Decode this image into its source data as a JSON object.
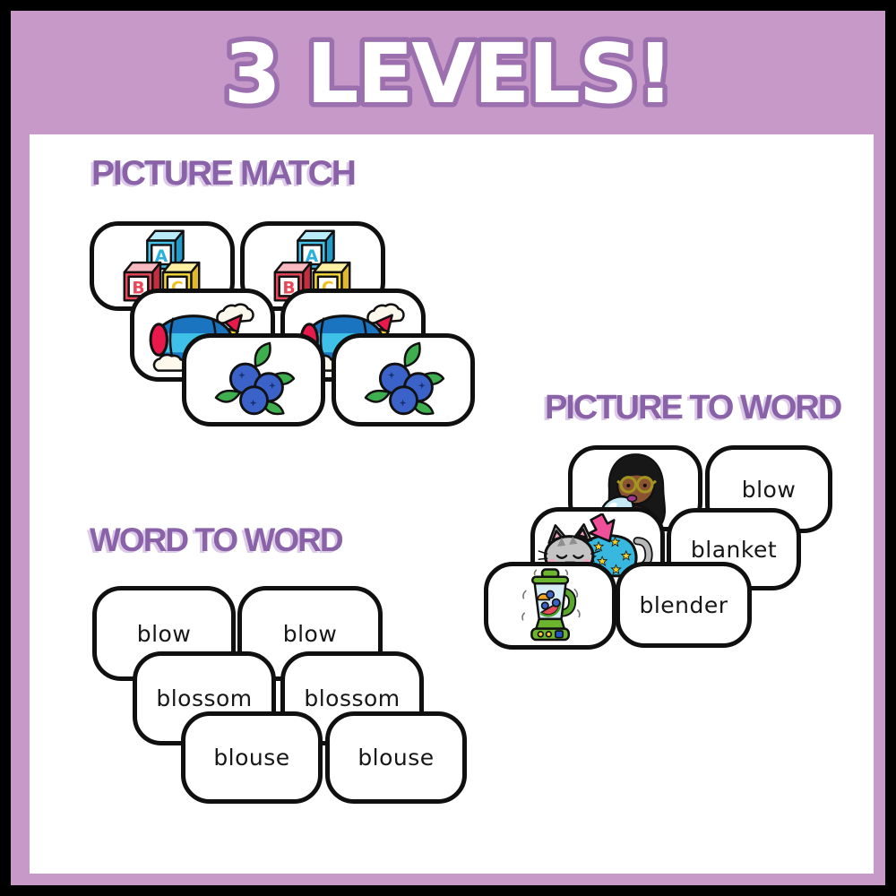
{
  "title": "3 LEVELS!",
  "colors": {
    "outer_border": "#000000",
    "frame": "#c699c9",
    "heading_purple": "#8a62a8",
    "heading_shadow": "#dccbe8",
    "title_fill": "#ffffff",
    "title_outline": "#9c6fae",
    "card_background": "#ffffff",
    "card_border": "#101010"
  },
  "sections": {
    "picture_match": {
      "heading": "PICTURE MATCH",
      "cards": [
        {
          "picture": "abc-blocks"
        },
        {
          "picture": "abc-blocks"
        },
        {
          "picture": "blimp"
        },
        {
          "picture": "blimp"
        },
        {
          "picture": "blueberries"
        },
        {
          "picture": "blueberries"
        }
      ]
    },
    "picture_to_word": {
      "heading": "PICTURE TO WORD",
      "pairs": [
        {
          "picture": "girl-blowing-balloon",
          "word": "blow"
        },
        {
          "picture": "cat-under-blanket",
          "word": "blanket"
        },
        {
          "picture": "blender",
          "word": "blender"
        }
      ]
    },
    "word_to_word": {
      "heading": "WORD TO WORD",
      "pairs": [
        {
          "word": "blow"
        },
        {
          "word": "blossom"
        },
        {
          "word": "blouse"
        }
      ]
    }
  }
}
